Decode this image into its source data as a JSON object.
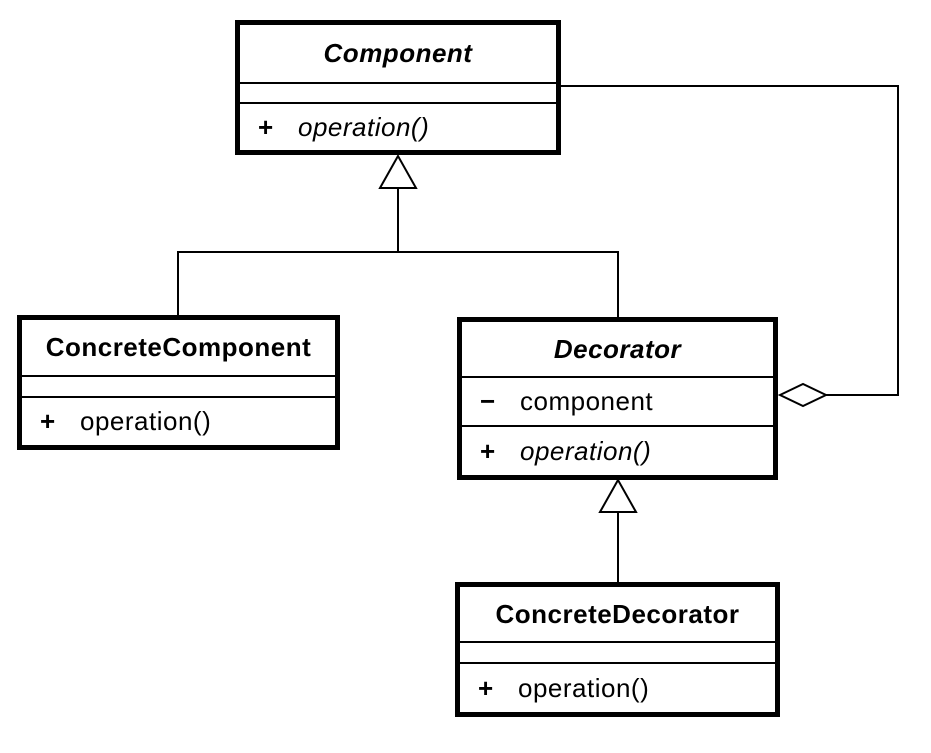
{
  "colors": {
    "line": "#000000",
    "box_border": "#000000",
    "background": "#ffffff",
    "text": "#000000"
  },
  "classes": {
    "component": {
      "name": "Component",
      "abstract": true,
      "attributes": [],
      "operations": [
        {
          "visibility": "+",
          "label": "operation()",
          "abstract": true
        }
      ]
    },
    "concrete_component": {
      "name": "ConcreteComponent",
      "abstract": false,
      "attributes": [],
      "operations": [
        {
          "visibility": "+",
          "label": "operation()",
          "abstract": false
        }
      ]
    },
    "decorator": {
      "name": "Decorator",
      "abstract": true,
      "attributes": [
        {
          "visibility": "−",
          "label": "component"
        }
      ],
      "operations": [
        {
          "visibility": "+",
          "label": "operation()",
          "abstract": true
        }
      ]
    },
    "concrete_decorator": {
      "name": "ConcreteDecorator",
      "abstract": false,
      "attributes": [],
      "operations": [
        {
          "visibility": "+",
          "label": "operation()",
          "abstract": false
        }
      ]
    }
  },
  "relationships": [
    {
      "type": "generalization",
      "from": "ConcreteComponent",
      "to": "Component"
    },
    {
      "type": "generalization",
      "from": "Decorator",
      "to": "Component"
    },
    {
      "type": "generalization",
      "from": "ConcreteDecorator",
      "to": "Decorator"
    },
    {
      "type": "aggregation",
      "from": "Decorator",
      "to": "Component"
    }
  ]
}
